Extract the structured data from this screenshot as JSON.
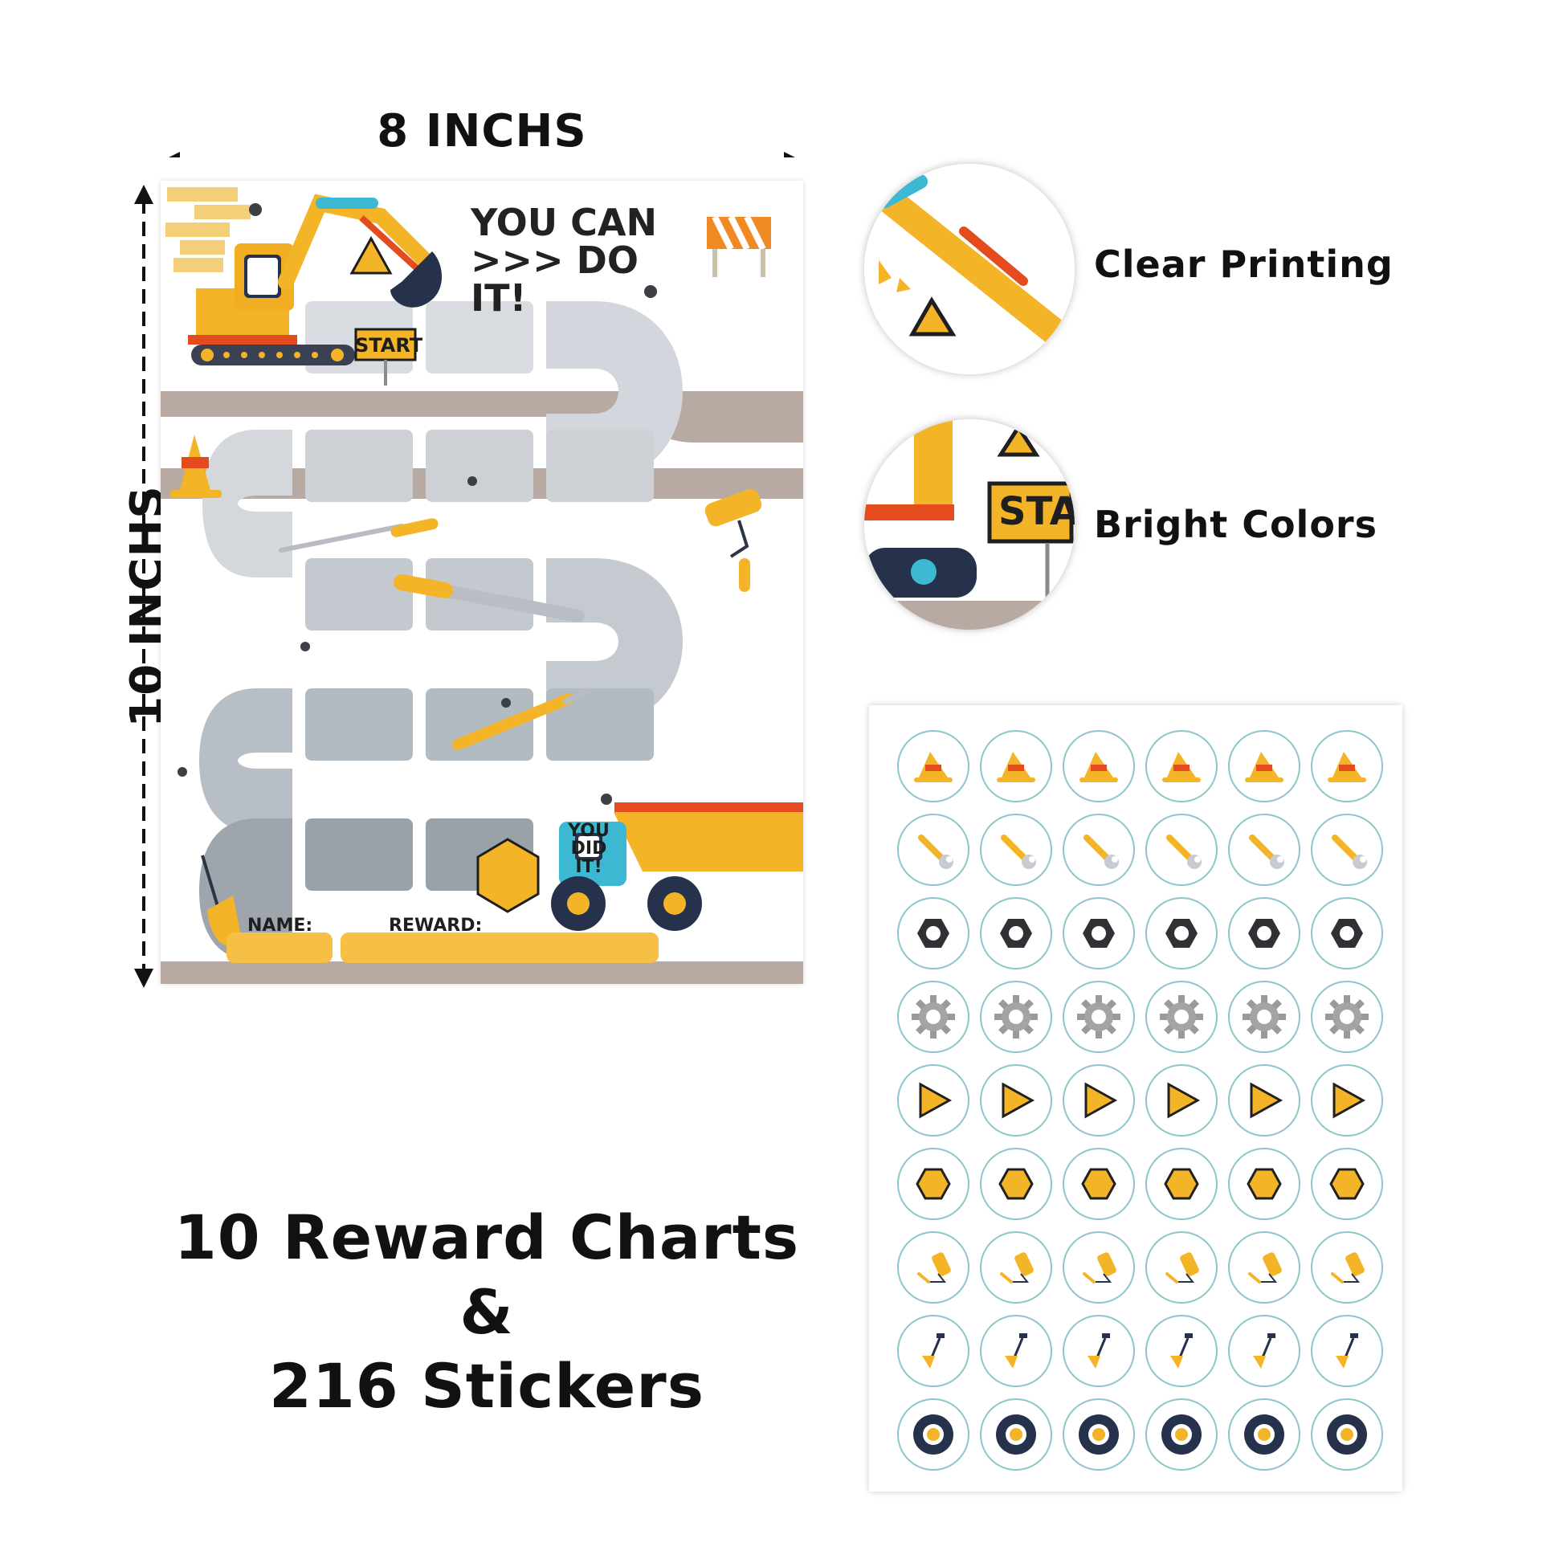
{
  "dimensions": {
    "width_label": "8 INCHS",
    "height_label": "10 INCHS"
  },
  "chart_preview": {
    "title": "YOU CAN\n>>> DO IT!",
    "start_label": "START",
    "you_did_it_label": "YOU\nDID\nIT!",
    "name_label": "NAME:",
    "reward_label": "REWARD:"
  },
  "features": {
    "clear_printing": "Clear Printing",
    "bright_colors": "Bright Colors"
  },
  "headline": {
    "line1": "10 Reward Charts &",
    "line2": "216 Stickers"
  },
  "stickers": {
    "columns": 6,
    "rows": [
      {
        "icon": "traffic-cone-icon"
      },
      {
        "icon": "wrench-icon"
      },
      {
        "icon": "hex-nut-icon"
      },
      {
        "icon": "gear-icon"
      },
      {
        "icon": "play-triangle-icon"
      },
      {
        "icon": "hexagon-icon"
      },
      {
        "icon": "paint-roller-icon"
      },
      {
        "icon": "shovel-icon"
      },
      {
        "icon": "tire-icon"
      }
    ]
  },
  "colors": {
    "yellow": "#f4b428",
    "orange": "#ef8a18",
    "red": "#e54c1d",
    "cyan": "#3cb8d3",
    "navy": "#26324b",
    "gray": "#b8aaa3",
    "light_gray": "#d7dbe0",
    "mid_gray": "#a7b0b8",
    "dark_gray": "#838b93"
  }
}
